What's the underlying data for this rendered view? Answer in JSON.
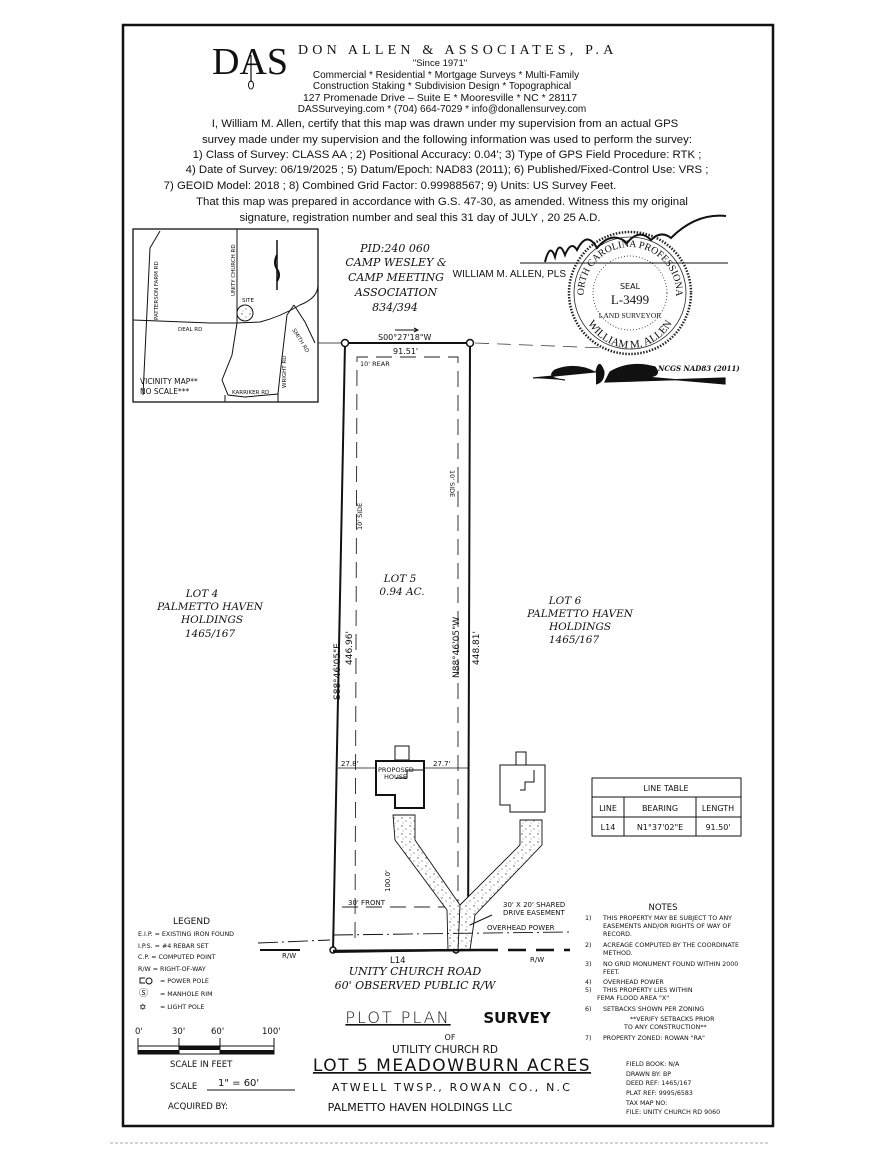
{
  "header": {
    "logo": "DAS",
    "company": "DON ALLEN & ASSOCIATES, P.A",
    "since": "\"Since 1971\"",
    "services_1": "Commercial * Residential * Mortgage Surveys * Multi-Family",
    "services_2": "Construction Staking * Subdivision Design * Topographical",
    "address": "127 Promenade Drive – Suite E * Mooresville * NC * 28117",
    "contact": "DASSurveying.com * (704) 664-7029 * info@donallensurvey.com"
  },
  "certification": {
    "line1": "I, William M. Allen, certify that this map was drawn under my supervision from an actual GPS",
    "line2": "survey made under my supervision and the following information was used to perform the survey:",
    "line3": "1) Class of Survey: CLASS AA ; 2) Positional Accuracy: 0.04'; 3) Type of GPS Field Procedure: RTK ;",
    "line4": "4) Date of Survey: 06/19/2025 ; 5) Datum/Epoch: NAD83 (2011); 6) Published/Fixed-Control Use: VRS ;",
    "line5": "7) GEOID Model: 2018 ; 8) Combined Grid Factor: 0.99988567; 9) Units: US Survey Feet.",
    "line6": "That this map was prepared in accordance with G.S. 47-30, as amended. Witness this my original",
    "line7": "signature, registration number and seal this 31 day of JULY , 20 25 A.D."
  },
  "vicinity_map": {
    "roads": [
      "PATTERSON FARM RD",
      "UNITY CHURCH RD",
      "DEAL RD",
      "SMITH RD",
      "WRIGHT RD",
      "KARRIKER RD"
    ],
    "site": "SITE",
    "label_1": "VICINITY MAP**",
    "label_2": "NO SCALE***"
  },
  "adjoiner_north": {
    "pid": "PID:240 060",
    "name_1": "CAMP WESLEY &",
    "name_2": "CAMP MEETING",
    "name_3": "ASSOCIATION",
    "deed": "834/394"
  },
  "surveyor": {
    "name": "WILLIAM M. ALLEN, PLS",
    "seal_top": "NORTH CAROLINA PROFESSIONAL",
    "seal_word": "SEAL",
    "seal_number": "L-3499",
    "seal_mid": "LAND SURVEYOR",
    "seal_bottom": "WILLIAM M. ALLEN",
    "north_arrow_label": "NCGS NAD83 (2011)"
  },
  "plat": {
    "top_bearing": "S00°27'18\"W",
    "top_distance": "91.51'",
    "rear_setback": "10' REAR",
    "side_setback_left": "10' SIDE",
    "side_setback_right": "10' SIDE",
    "left_bearing": "S88°46'05\"E",
    "left_distance": "446.96'",
    "right_bearing": "N88°46'05\"W",
    "right_distance": "448.81'",
    "lot5_name": "LOT 5",
    "lot5_area": "0.94 AC.",
    "lot4": [
      "LOT 4",
      "PALMETTO HAVEN",
      "HOLDINGS",
      "1465/167"
    ],
    "lot6": [
      "LOT 6",
      "PALMETTO HAVEN",
      "HOLDINGS",
      "1465/167"
    ],
    "house_label_1": "PROPOSED",
    "house_label_2": "HOUSE",
    "dist_left": "27.8'",
    "dist_right": "27.7'",
    "dist_front": "100.0'",
    "front_setback": "30' FRONT",
    "easement_1": "30' X 20' SHARED",
    "easement_2": "DRIVE EASEMENT",
    "overhead_power": "OVERHEAD POWER",
    "rw_left": "R/W",
    "rw_right": "R/W",
    "frontage_line": "L14",
    "road_name": "UNITY CHURCH ROAD",
    "road_rw": "60' OBSERVED PUBLIC R/W"
  },
  "line_table": {
    "title": "LINE TABLE",
    "headers": [
      "LINE",
      "BEARING",
      "LENGTH"
    ],
    "rows": [
      [
        "L14",
        "N1°37'02\"E",
        "91.50'"
      ]
    ]
  },
  "legend": {
    "title": "LEGEND",
    "items": [
      "E.I.P. = EXISTING IRON FOUND",
      "I.P.S. = #4 REBAR SET",
      "C.P. = COMPUTED POINT",
      "R/W = RIGHT-OF-WAY",
      "= POWER POLE",
      "= MANHOLE RIM",
      "= LIGHT POLE"
    ]
  },
  "scale_bar": {
    "ticks": [
      "0'",
      "30'",
      "60'",
      "100'"
    ],
    "caption": "SCALE IN FEET",
    "scale_label": "SCALE",
    "scale_value": "1\" = 60'"
  },
  "title_block": {
    "title_a": "PLOT PLAN",
    "title_b": "SURVEY",
    "of": "OF",
    "street": "UTILITY CHURCH RD",
    "subdivision": "LOT 5 MEADOWBURN ACRES",
    "location": "ATWELL TWSP., ROWAN CO., N.C",
    "acquired_label": "ACQUIRED BY:",
    "acquired_by": "PALMETTO HAVEN HOLDINGS LLC"
  },
  "notes": {
    "title": "NOTES",
    "items": [
      {
        "num": "1)",
        "lines": [
          "THIS PROPERTY MAY BE SUBJECT TO ANY",
          "EASEMENTS AND/OR RIGHTS OF WAY OF",
          "RECORD."
        ]
      },
      {
        "num": "2)",
        "lines": [
          "ACREAGE COMPUTED BY THE COORDINATE",
          "METHOD."
        ]
      },
      {
        "num": "3)",
        "lines": [
          "NO GRID MONUMENT FOUND WITHIN 2000",
          "FEET."
        ]
      },
      {
        "num": "4)",
        "lines": [
          "OVERHEAD POWER"
        ]
      },
      {
        "num": "5)",
        "lines": [
          "THIS PROPERTY LIES WITHIN",
          "FEMA FLOOD AREA \"X\""
        ]
      },
      {
        "num": "6)",
        "lines": [
          "SETBACKS SHOWN PER ZONING",
          "**VERIFY SETBACKS PRIOR",
          "TO ANY CONSTRUCTION**"
        ]
      },
      {
        "num": "7)",
        "lines": [
          "PROPERTY ZONED: ROWAN \"RA\""
        ]
      }
    ]
  },
  "file_info": {
    "field_book": "FIELD BOOK:  N/A",
    "drawn_by": "DRAWN BY:  BP",
    "deed_ref": "DEED REF:  1465/167",
    "plat_ref": "PLAT REF:  9995/6583",
    "tax_map": "TAX MAP NO:",
    "file": "FILE:  UNITY CHURCH RD 9060"
  }
}
